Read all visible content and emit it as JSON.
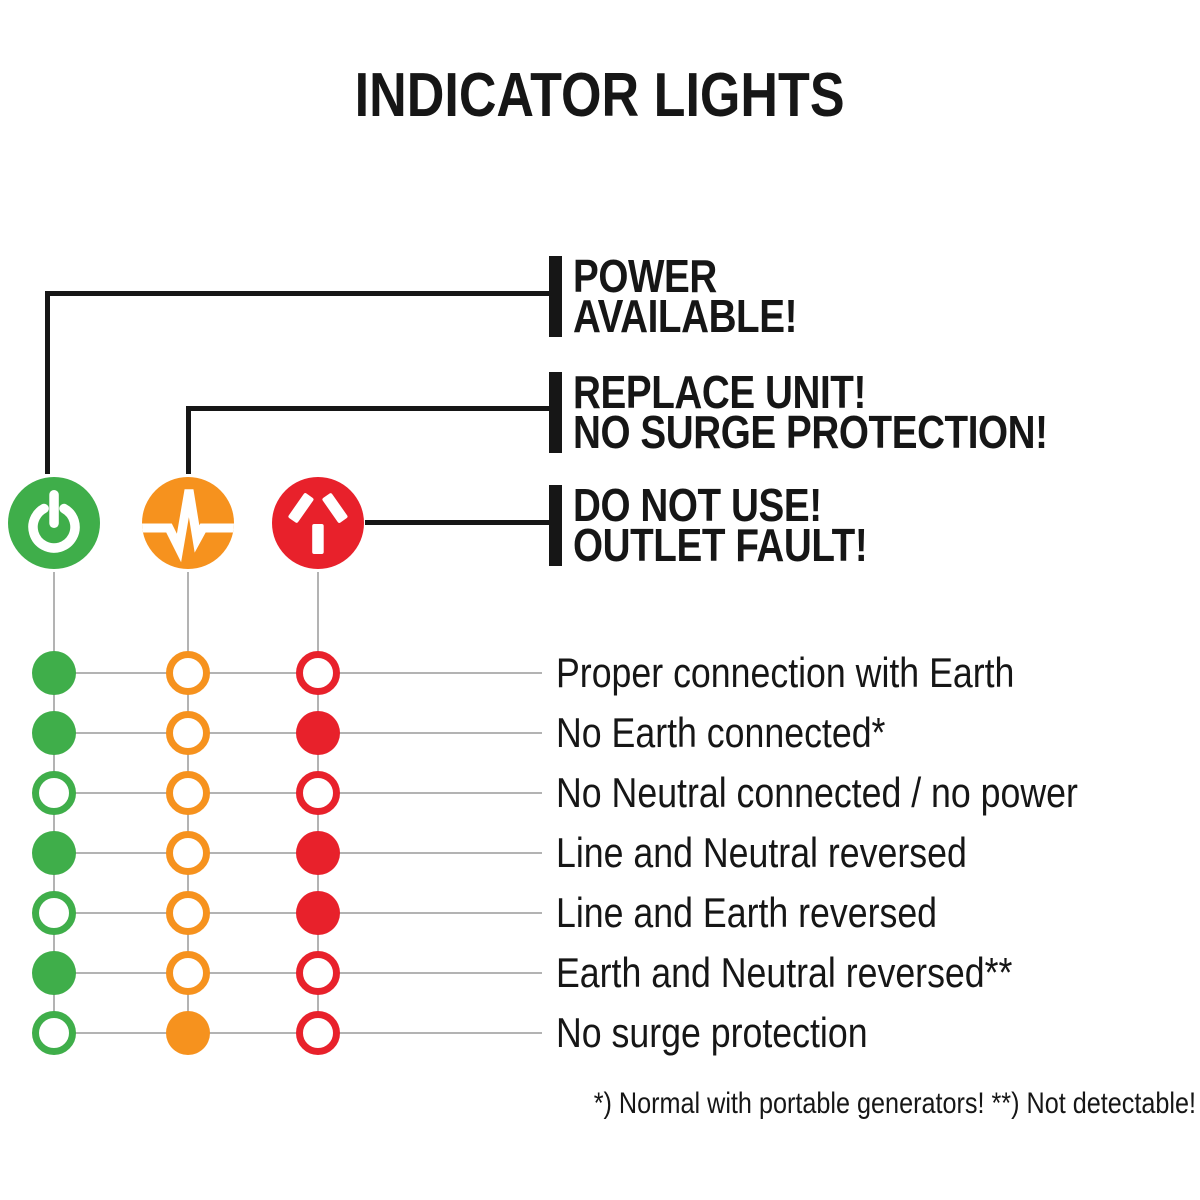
{
  "title": "INDICATOR LIGHTS",
  "colors": {
    "green": "#3FAE4A",
    "orange": "#F6921E",
    "red": "#E8212B",
    "line": "#B3B3B3",
    "ink": "#161616"
  },
  "legend": [
    {
      "icon": "power-icon",
      "color": "#3FAE4A",
      "lines": [
        "POWER",
        "AVAILABLE!"
      ]
    },
    {
      "icon": "pulse-icon",
      "color": "#F6921E",
      "lines": [
        "REPLACE UNIT!",
        "NO SURGE PROTECTION!"
      ]
    },
    {
      "icon": "outlet-icon",
      "color": "#E8212B",
      "lines": [
        "DO NOT USE!",
        "OUTLET FAULT!"
      ]
    }
  ],
  "rows": [
    {
      "label": "Proper connection with Earth",
      "green": "on",
      "orange": "off",
      "red": "off"
    },
    {
      "label": "No Earth connected*",
      "green": "on",
      "orange": "off",
      "red": "on"
    },
    {
      "label": "No Neutral connected / no power",
      "green": "off",
      "orange": "off",
      "red": "off"
    },
    {
      "label": "Line and Neutral reversed",
      "green": "on",
      "orange": "off",
      "red": "on"
    },
    {
      "label": "Line and Earth reversed",
      "green": "off",
      "orange": "off",
      "red": "on"
    },
    {
      "label": "Earth and Neutral reversed**",
      "green": "on",
      "orange": "off",
      "red": "off"
    },
    {
      "label": "No surge protection",
      "green": "off",
      "orange": "on",
      "red": "off"
    }
  ],
  "footnote": "*) Normal with portable generators! **) Not detectable!"
}
